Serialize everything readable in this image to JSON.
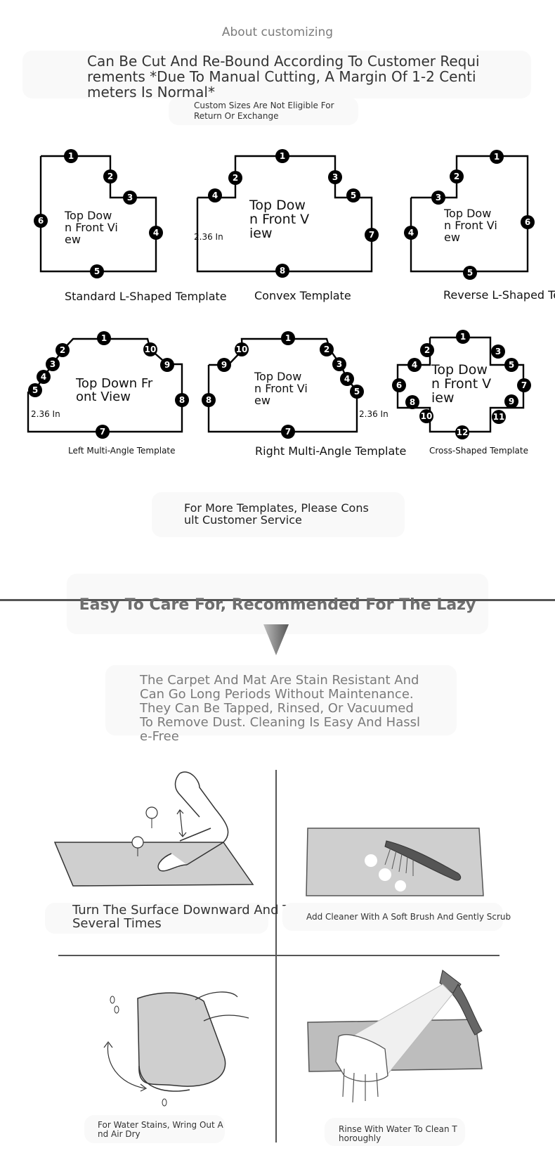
{
  "header": {
    "subtitle": "About customizing",
    "lead": "Can Be Cut And Re-Bound According To Customer Requirements *Due To Manual Cutting, A Margin Of 1-2 Centimeters Is Normal*",
    "note": "Custom Sizes Are Not Eligible For Return Or Exchange"
  },
  "templates": [
    {
      "label": "Standard L-Shaped Template",
      "inside": "Top Down Front View",
      "markers": [
        "1",
        "2",
        "3",
        "4",
        "5",
        "6"
      ]
    },
    {
      "label": "Convex Template",
      "inside": "Top Down Front View",
      "dimension": "2.36 In",
      "markers": [
        "1",
        "2",
        "3",
        "4",
        "5",
        "7",
        "8"
      ]
    },
    {
      "label": "Reverse L-Shaped Template",
      "inside": "Top Down Front View",
      "markers": [
        "1",
        "2",
        "3",
        "4",
        "5",
        "6"
      ]
    },
    {
      "label": "Left Multi-Angle Template",
      "inside": "Top Down Front View",
      "dimension": "2.36 In",
      "markers": [
        "1",
        "2",
        "3",
        "4",
        "5",
        "7",
        "8",
        "9",
        "10"
      ]
    },
    {
      "label": "Right Multi-Angle Template",
      "inside": "Top Down Front View",
      "dimension": "2.36 In",
      "markers": [
        "1",
        "2",
        "3",
        "4",
        "5",
        "7",
        "8",
        "9",
        "10"
      ]
    },
    {
      "label": "Cross-Shaped Template",
      "inside": "Top Down Front View",
      "markers": [
        "1",
        "2",
        "3",
        "4",
        "5",
        "6",
        "7",
        "8",
        "9",
        "10",
        "11",
        "12"
      ]
    }
  ],
  "more_templates": "For More Templates, Please Consult Customer Service",
  "care": {
    "title": "Easy To Care For, Recommended For The Lazy",
    "body": "The Carpet And Mat Are Stain Resistant And Can Go Long Periods Without Maintenance. They Can Be Tapped, Rinsed, Or Vacuumed To Remove Dust. Cleaning Is Easy And Hassle-Free",
    "steps": [
      {
        "caption": "Turn The Surface Downward And Tap It Several Times",
        "icon": "tap-carpet-illustration"
      },
      {
        "caption": "Add Cleaner With A Soft Brush And Gently Scrub",
        "icon": "brush-carpet-illustration"
      },
      {
        "caption": "For Water Stains, Wring Out And Air Dry",
        "icon": "wring-carpet-illustration"
      },
      {
        "caption": "Rinse With Water To Clean Thoroughly",
        "icon": "shower-carpet-illustration"
      }
    ]
  },
  "colors": {
    "line": "#000000",
    "marker": "#000000",
    "grey_fill": "#cccccc",
    "divider": "#555555"
  }
}
